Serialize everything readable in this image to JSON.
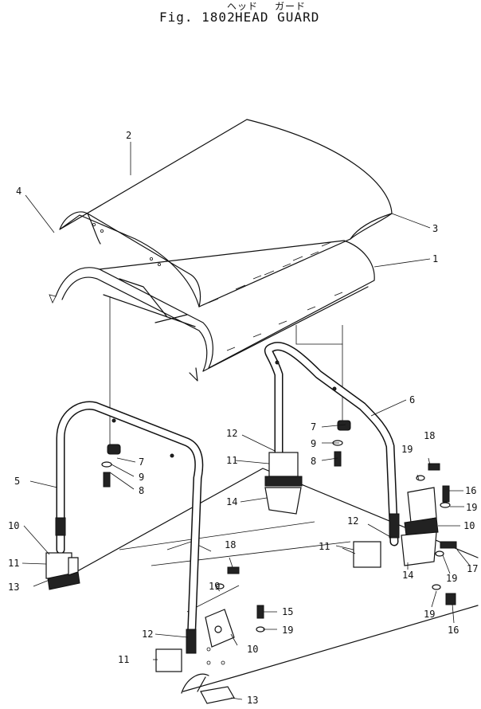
{
  "header": {
    "kana_left": "ヘッド",
    "kana_right": "ガード",
    "fig_label": "Fig. 1802",
    "title": "HEAD GUARD"
  },
  "callouts": {
    "c1": "1",
    "c2": "2",
    "c3": "3",
    "c4": "4",
    "c5": "5",
    "c6": "6",
    "c7a": "7",
    "c7b": "7",
    "c8a": "8",
    "c8b": "8",
    "c9a": "9",
    "c9b": "9",
    "c10a": "10",
    "c10b": "10",
    "c10c": "10",
    "c11a": "11",
    "c11b": "11",
    "c11c": "11",
    "c11d": "11",
    "c12a": "12",
    "c12b": "12",
    "c12c": "12",
    "c13a": "13",
    "c13b": "13",
    "c14a": "14",
    "c14b": "14",
    "c15": "15",
    "c16a": "16",
    "c16b": "16",
    "c17": "17",
    "c18a": "18",
    "c18b": "18",
    "c19a": "19",
    "c19b": "19",
    "c19c": "19",
    "c19d": "19",
    "c19e": "19",
    "c19f": "19"
  }
}
